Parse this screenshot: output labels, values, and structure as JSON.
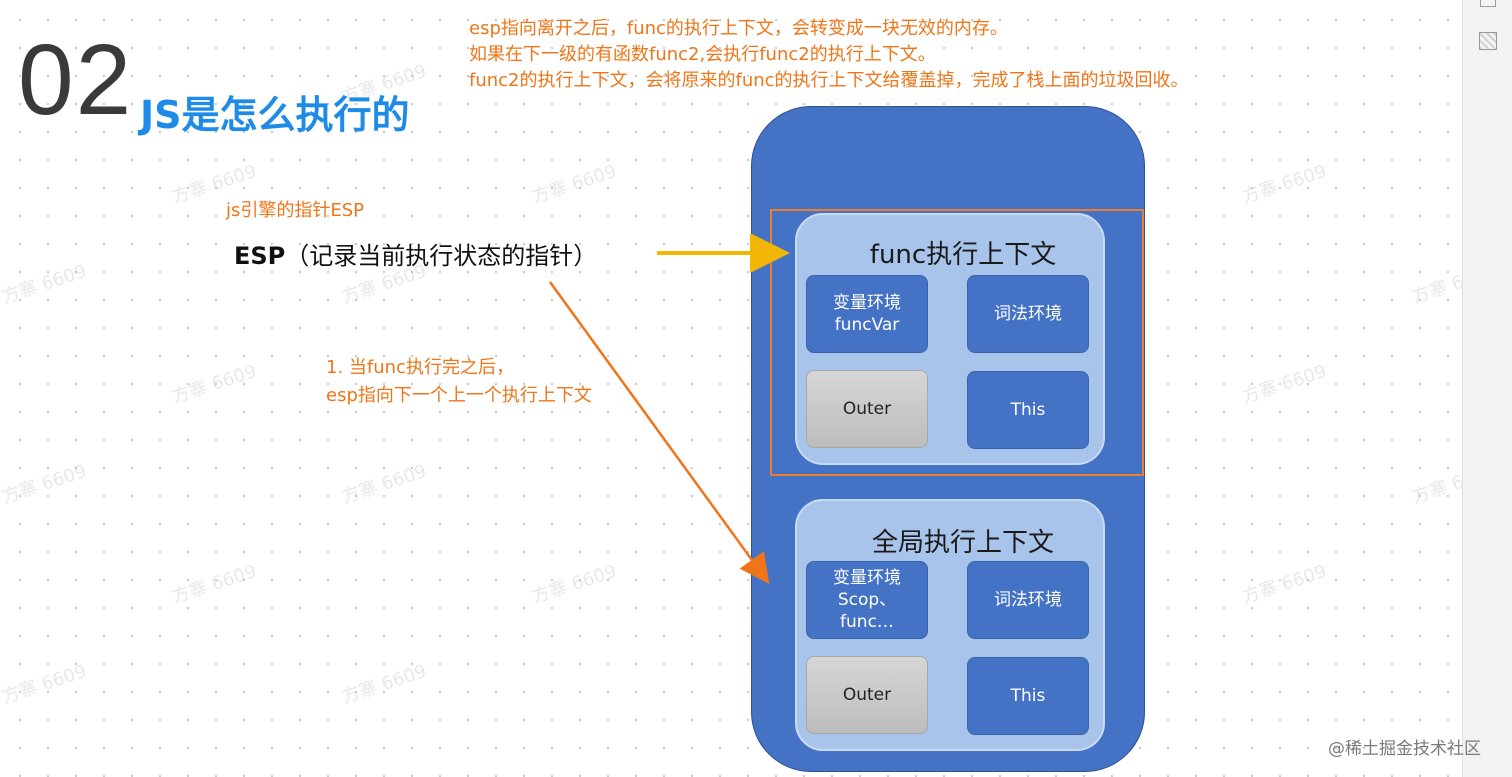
{
  "slide": {
    "number": "02",
    "title": "JS是怎么执行的"
  },
  "notes": {
    "top": [
      "esp指向离开之后，func的执行上下文，会转变成一块无效的内存。",
      "如果在下一级的有函数func2,会执行func2的执行上下文。",
      "func2的执行上下文，会将原来的func的执行上下文给覆盖掉，完成了栈上面的垃圾回收。"
    ],
    "esp_label": "js引擎的指针ESP",
    "esp_bold": "ESP",
    "esp_desc": "（记录当前执行状态的指针）",
    "step": [
      "1. 当func执行完之后，",
      "esp指向下一个上一个执行上下文"
    ]
  },
  "func_context": {
    "title": "func执行上下文",
    "var_env": [
      "变量环境",
      "funcVar"
    ],
    "lex_env": "词法环境",
    "outer": "Outer",
    "this": "This"
  },
  "global_context": {
    "title": "全局执行上下文",
    "var_env": [
      "变量环境",
      "Scop、",
      "func…"
    ],
    "lex_env": "词法环境",
    "outer": "Outer",
    "this": "This"
  },
  "watermark": "@稀土掘金技术社区",
  "background_watermark": "方寨 6609",
  "colors": {
    "accent_orange": "#ef7518",
    "title_blue": "#1e8be8",
    "stack_blue": "#4472c4",
    "context_light_blue": "#a9c4ea",
    "arrow_yellow": "#f2b705"
  }
}
